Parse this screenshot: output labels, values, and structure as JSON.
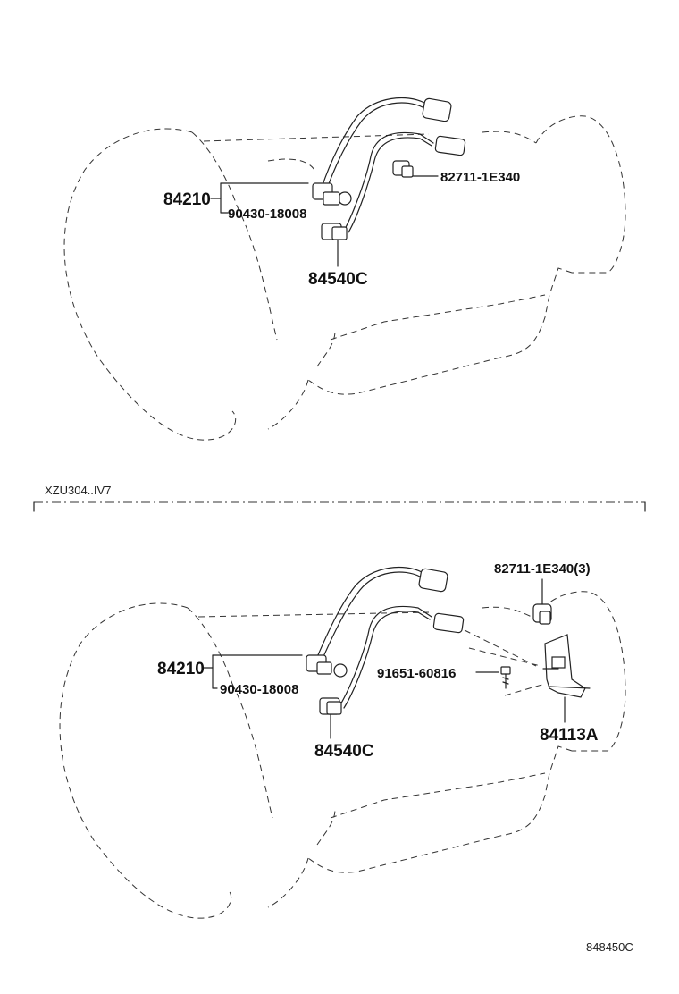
{
  "upper": {
    "labels": {
      "harness": "84210",
      "gasket": "90430-18008",
      "connector": "82711-1E340",
      "switch": "84540C"
    }
  },
  "divider": {
    "condition": "XZU304..IV7"
  },
  "lower": {
    "labels": {
      "connector": "82711-1E340(3)",
      "harness": "84210",
      "gasket": "90430-18008",
      "bolt": "91651-60816",
      "switch": "84540C",
      "bracket": "84113A"
    }
  },
  "figure_id": "848450C"
}
